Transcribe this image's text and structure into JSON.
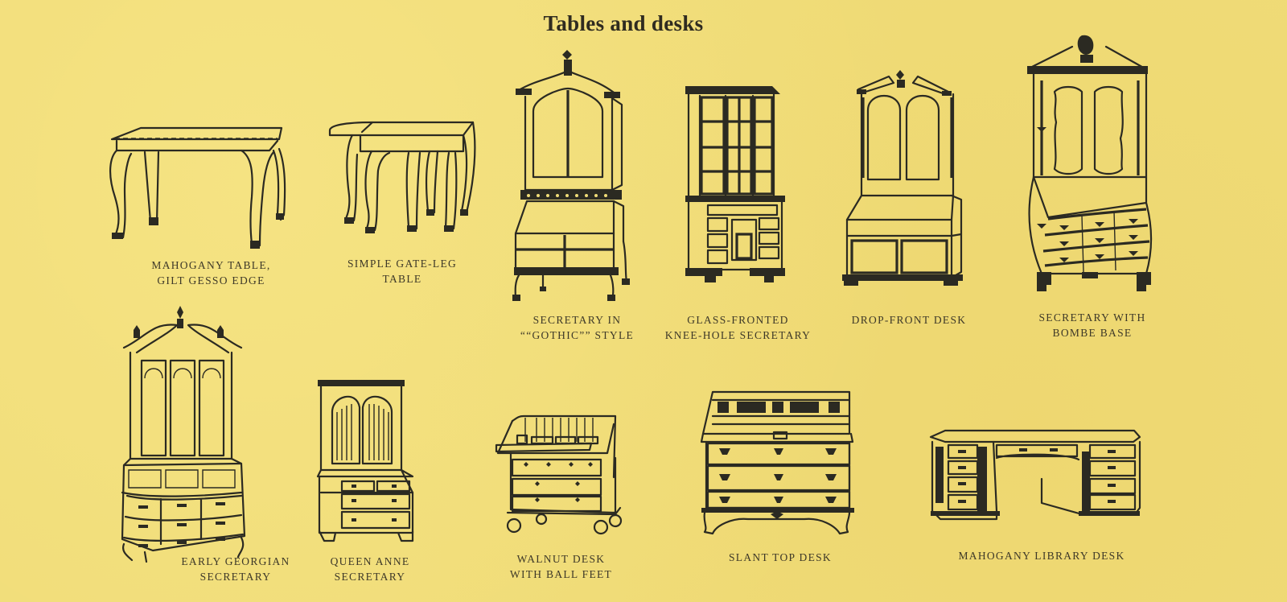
{
  "page": {
    "title": "Tables and desks",
    "colors": {
      "paper": "#f0dc78",
      "ink": "#2b2a22"
    }
  },
  "items": [
    {
      "id": "mahogany-table",
      "caption": [
        "MAHOGANY TABLE,",
        "GILT GESSO EDGE"
      ]
    },
    {
      "id": "gate-leg-table",
      "caption": [
        "SIMPLE GATE-LEG",
        "TABLE"
      ]
    },
    {
      "id": "gothic-secretary",
      "caption": [
        "SECRETARY IN",
        "““GOTHIC”” STYLE"
      ]
    },
    {
      "id": "knee-hole-secretary",
      "caption": [
        "GLASS-FRONTED",
        "KNEE-HOLE SECRETARY"
      ]
    },
    {
      "id": "drop-front-desk",
      "caption": [
        "DROP-FRONT DESK"
      ]
    },
    {
      "id": "bombe-secretary",
      "caption": [
        "SECRETARY WITH",
        "BOMBE BASE"
      ]
    },
    {
      "id": "early-georgian-secretary",
      "caption": [
        "EARLY GEORGIAN",
        "SECRETARY"
      ]
    },
    {
      "id": "queen-anne-secretary",
      "caption": [
        "QUEEN ANNE",
        "SECRETARY"
      ]
    },
    {
      "id": "walnut-desk",
      "caption": [
        "WALNUT DESK",
        "WITH BALL FEET"
      ]
    },
    {
      "id": "slant-top-desk",
      "caption": [
        "SLANT TOP DESK"
      ]
    },
    {
      "id": "mahogany-library-desk",
      "caption": [
        "MAHOGANY LIBRARY DESK"
      ]
    }
  ]
}
